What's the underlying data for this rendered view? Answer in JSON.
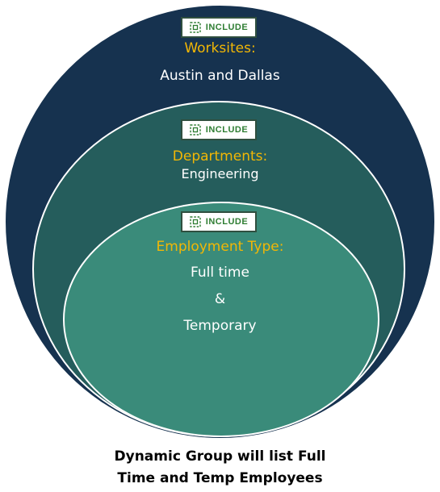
{
  "colors": {
    "outer_fill": "#16324f",
    "middle_fill": "#255d5c",
    "inner_fill": "#3a8b7a",
    "category_text": "#f2b705",
    "value_text": "#ffffff",
    "badge_text": "#2e7d32"
  },
  "outer": {
    "badge": {
      "icon": "include-filter-icon",
      "label": "INCLUDE"
    },
    "category": "Worksites:",
    "value": "Austin and Dallas"
  },
  "middle": {
    "badge": {
      "icon": "include-filter-icon",
      "label": "INCLUDE"
    },
    "category": "Departments:",
    "value": "Engineering"
  },
  "inner": {
    "badge": {
      "icon": "include-filter-icon",
      "label": "INCLUDE"
    },
    "category": "Employment Type:",
    "values": [
      "Full time",
      "&",
      "Temporary"
    ]
  },
  "caption": {
    "line1": "Dynamic Group will list Full",
    "line2": "Time and Temp Employees"
  }
}
